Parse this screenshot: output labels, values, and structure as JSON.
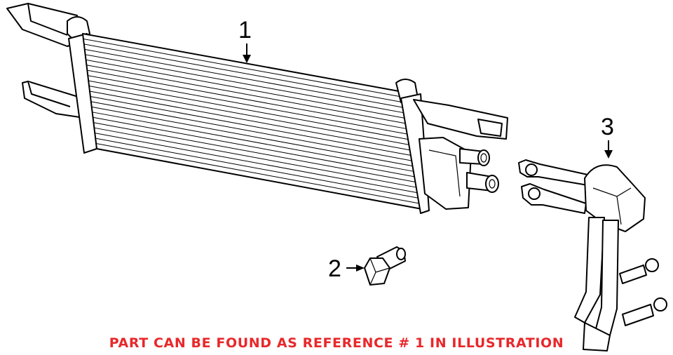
{
  "callouts": {
    "part1": "1",
    "part2": "2",
    "part3": "3"
  },
  "note": {
    "text": "PART CAN BE FOUND AS REFERENCE # 1 IN ILLUSTRATION",
    "color": "#e8282b"
  }
}
